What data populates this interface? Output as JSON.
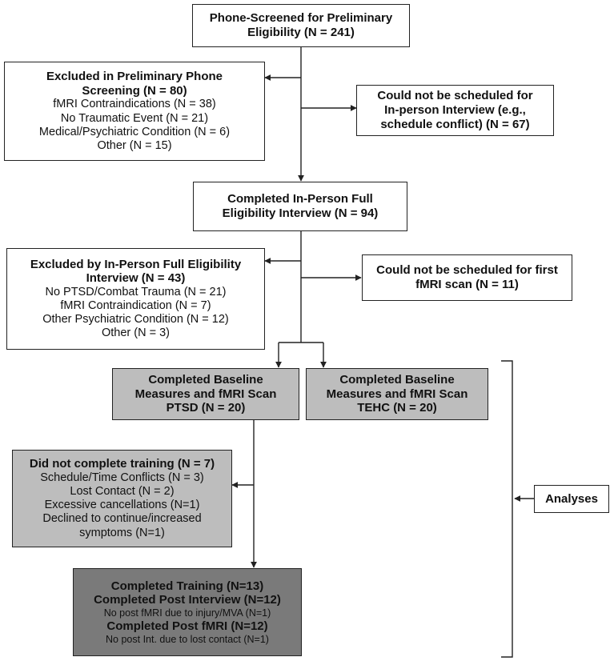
{
  "colors": {
    "border": "#222222",
    "light_gray": "#bdbdbd",
    "dark_gray": "#7a7a7a",
    "white": "#ffffff"
  },
  "phone_screened": {
    "title": [
      "Phone-Screened for Preliminary",
      "Eligibility (N = 241)"
    ]
  },
  "excluded_phone": {
    "title": [
      "Excluded in Preliminary Phone",
      "Screening (N = 80)"
    ],
    "items": [
      "fMRI Contraindications (N = 38)",
      "No Traumatic Event (N = 21)",
      "Medical/Psychiatric Condition (N = 6)",
      "Other (N = 15)"
    ]
  },
  "not_scheduled_interview": {
    "title": [
      "Could not be scheduled for",
      "In-person Interview (e.g.,",
      "schedule conflict) (N = 67)"
    ]
  },
  "completed_interview": {
    "title": [
      "Completed In-Person Full",
      "Eligibility Interview (N = 94)"
    ]
  },
  "excluded_interview": {
    "title": [
      "Excluded by In-Person Full Eligibility",
      "Interview (N = 43)"
    ],
    "items": [
      "No PTSD/Combat Trauma (N = 21)",
      "fMRI Contraindication (N = 7)",
      "Other Psychiatric Condition (N = 12)",
      "Other (N = 3)"
    ]
  },
  "not_scheduled_scan": {
    "title": [
      "Could not be scheduled for first",
      "fMRI scan (N = 11)"
    ]
  },
  "baseline_ptsd": {
    "title": [
      "Completed Baseline",
      "Measures and fMRI Scan",
      "PTSD (N = 20)"
    ]
  },
  "baseline_tehc": {
    "title": [
      "Completed Baseline",
      "Measures and fMRI Scan",
      "TEHC (N = 20)"
    ]
  },
  "not_completed_training": {
    "title": "Did not complete training (N = 7)",
    "items": [
      "Schedule/Time Conflicts (N = 3)",
      "Lost Contact (N = 2)",
      "Excessive cancellations (N=1)",
      "Declined to continue/increased",
      "symptoms (N=1)"
    ]
  },
  "completed_training": {
    "line1": "Completed Training (N=13)",
    "line2": "Completed Post Interview (N=12)",
    "note1": "No post fMRI due to injury/MVA (N=1)",
    "line3": "Completed Post fMRI (N=12)",
    "note2": "No post Int. due to lost contact (N=1)"
  },
  "analyses": {
    "label": "Analyses"
  }
}
